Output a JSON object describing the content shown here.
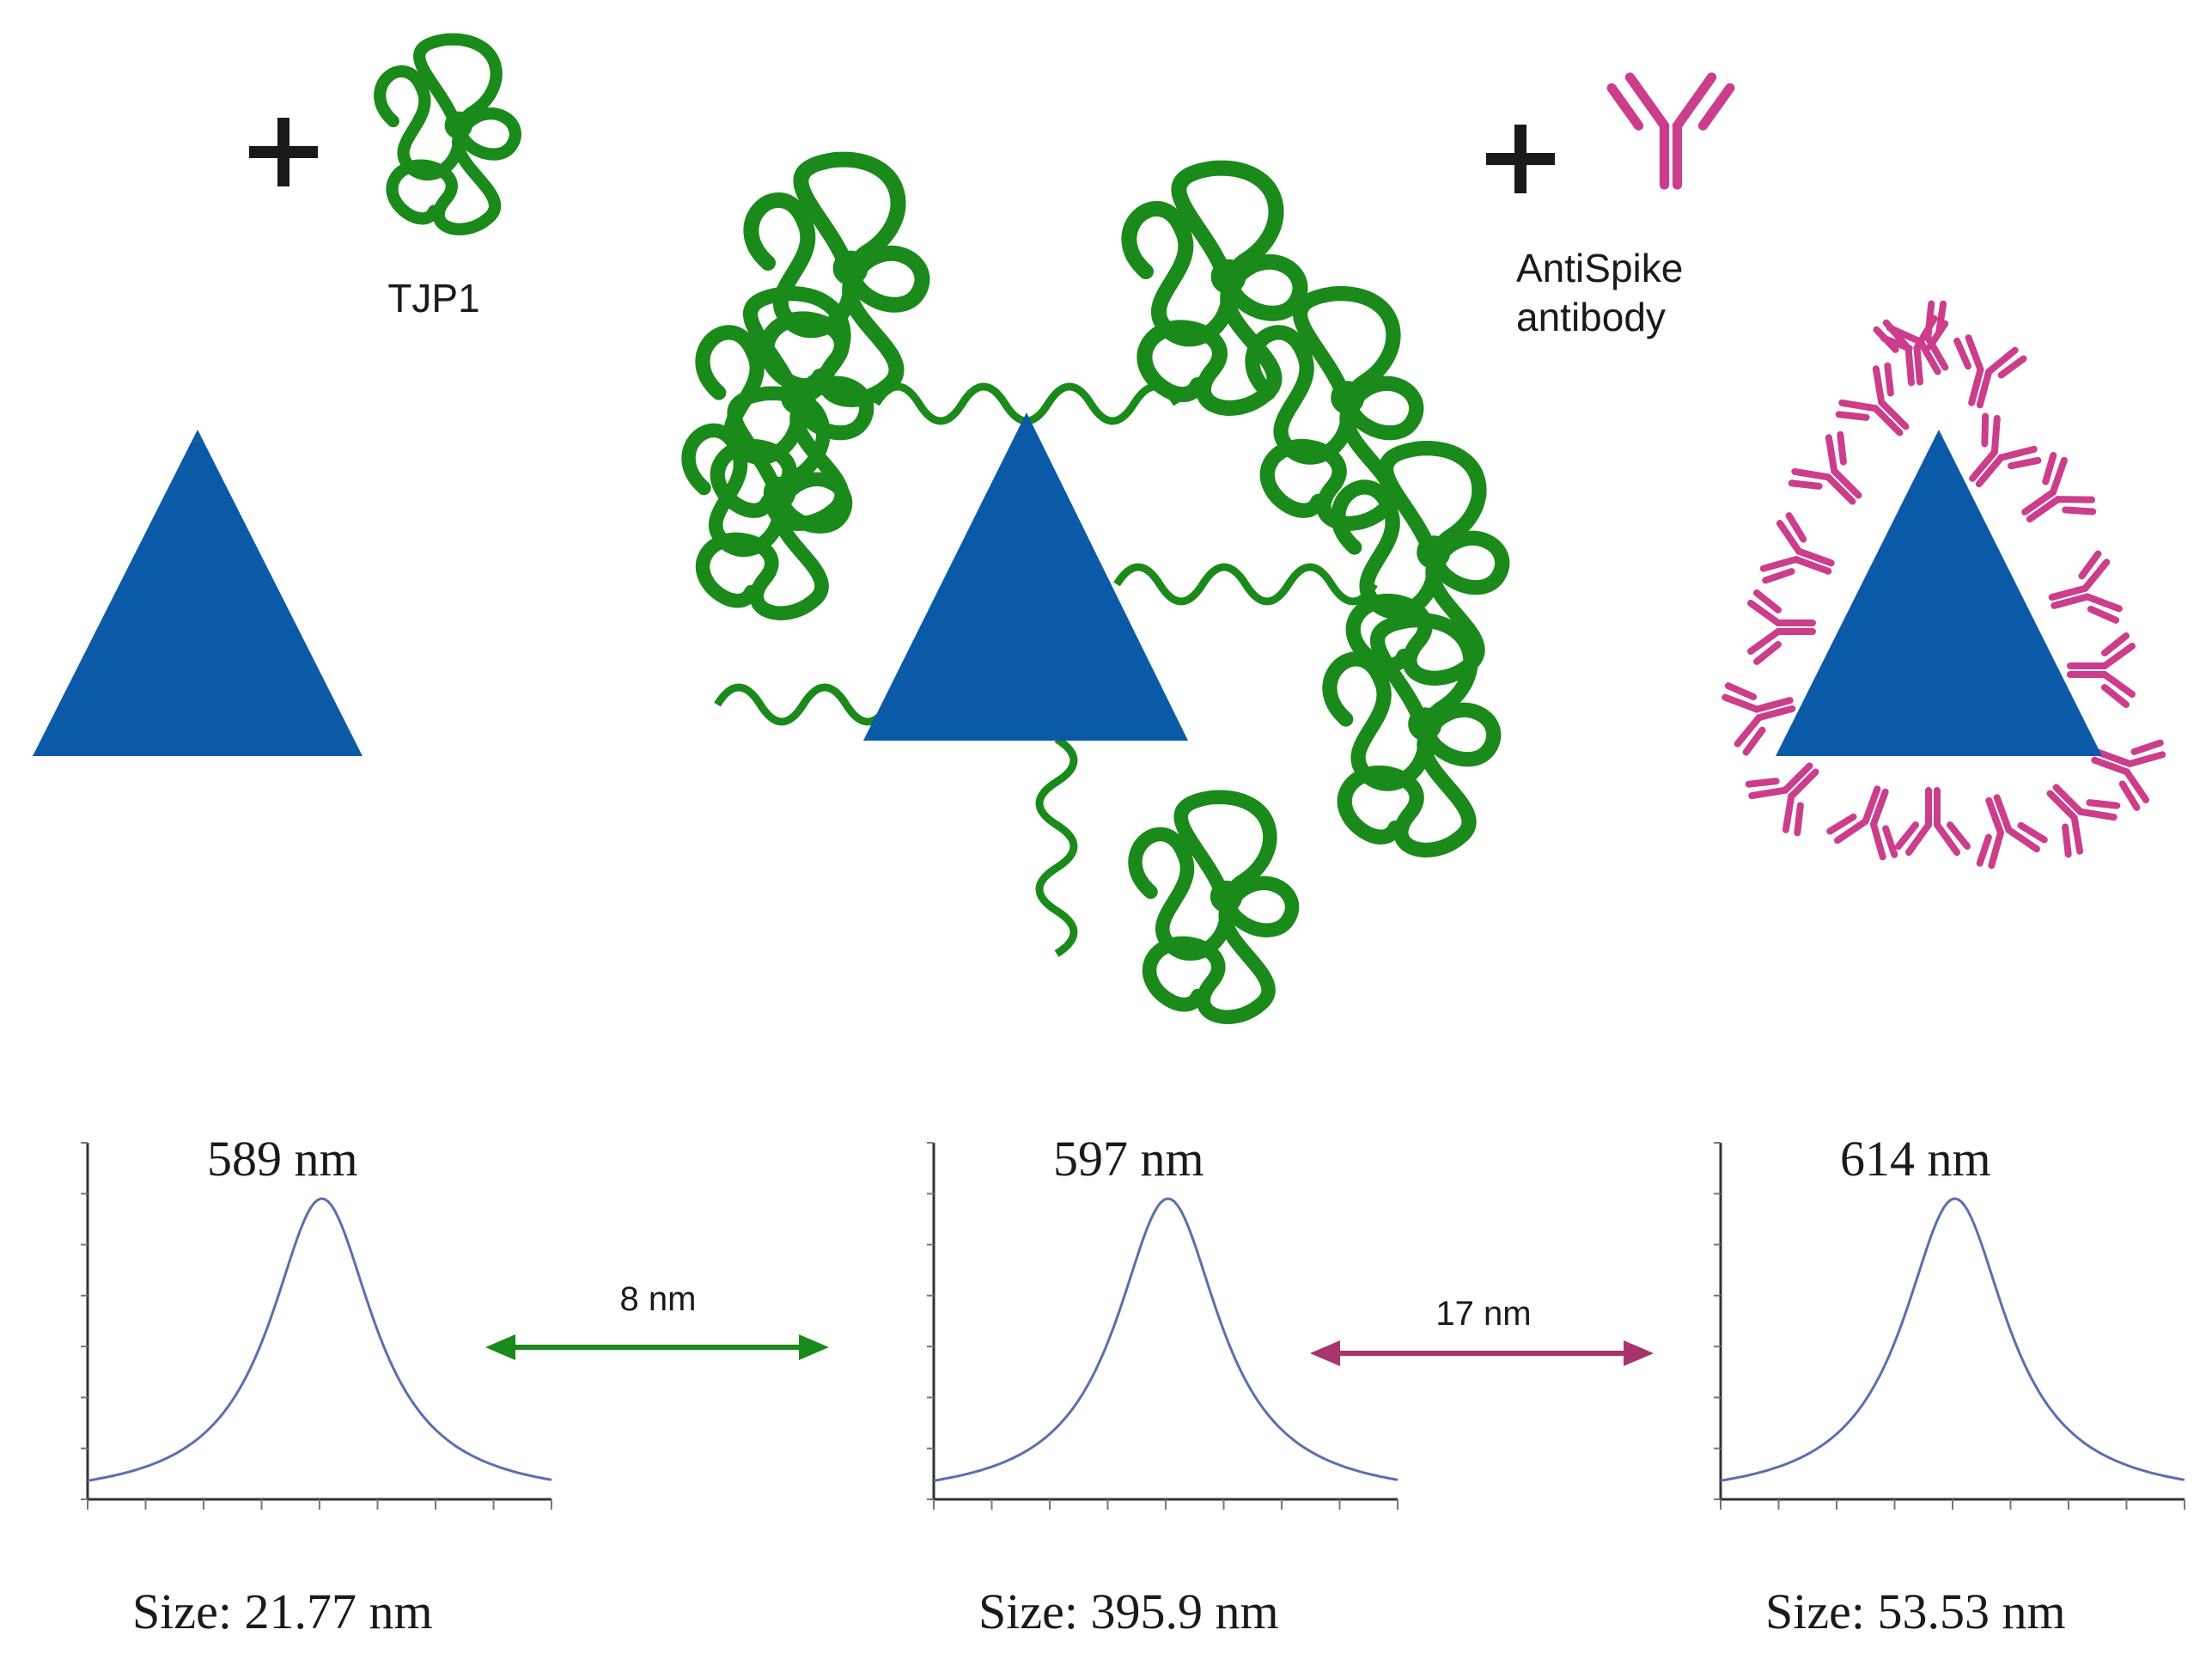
{
  "labels": {
    "plus": "+",
    "tjp1": "TJP1",
    "antispike_line1": "AntiSpike",
    "antispike_line2": "antibody"
  },
  "arrows": {
    "shift1": "8 nm",
    "shift2": "17 nm"
  },
  "spectra": [
    {
      "peak_label": "589 nm",
      "size_label": "Size: 21.77 nm"
    },
    {
      "peak_label": "597 nm",
      "size_label": "Size: 395.9 nm"
    },
    {
      "peak_label": "614 nm",
      "size_label": "Size: 53.53 nm"
    }
  ],
  "colors": {
    "nanoprism": "#0a5aa8",
    "protein": "#1a8a1a",
    "antibody": "#cc3d8c",
    "spectrum_line": "#5a6fb0",
    "arrow_green": "#1a8a1a",
    "arrow_magenta": "#a8336d",
    "text": "#1a1a1a"
  },
  "icons": [
    "plus-icon",
    "protein-coil-icon",
    "antibody-y-icon",
    "nanoprism-triangle-icon",
    "double-arrow-icon"
  ]
}
